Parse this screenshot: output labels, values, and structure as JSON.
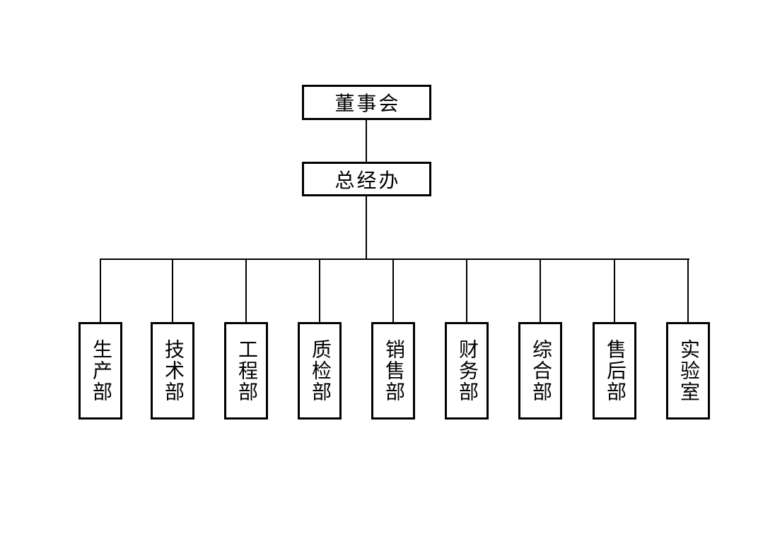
{
  "chart": {
    "type": "org-chart",
    "root": {
      "label": "董事会"
    },
    "middle": {
      "label": "总经办"
    },
    "departments": [
      {
        "label": "生产部"
      },
      {
        "label": "技术部"
      },
      {
        "label": "工程部"
      },
      {
        "label": "质检部"
      },
      {
        "label": "销售部"
      },
      {
        "label": "财务部"
      },
      {
        "label": "综合部"
      },
      {
        "label": "售后部"
      },
      {
        "label": "实验室"
      }
    ]
  },
  "colors": {
    "background": "#ffffff",
    "line": "#000000",
    "text": "#000000"
  }
}
